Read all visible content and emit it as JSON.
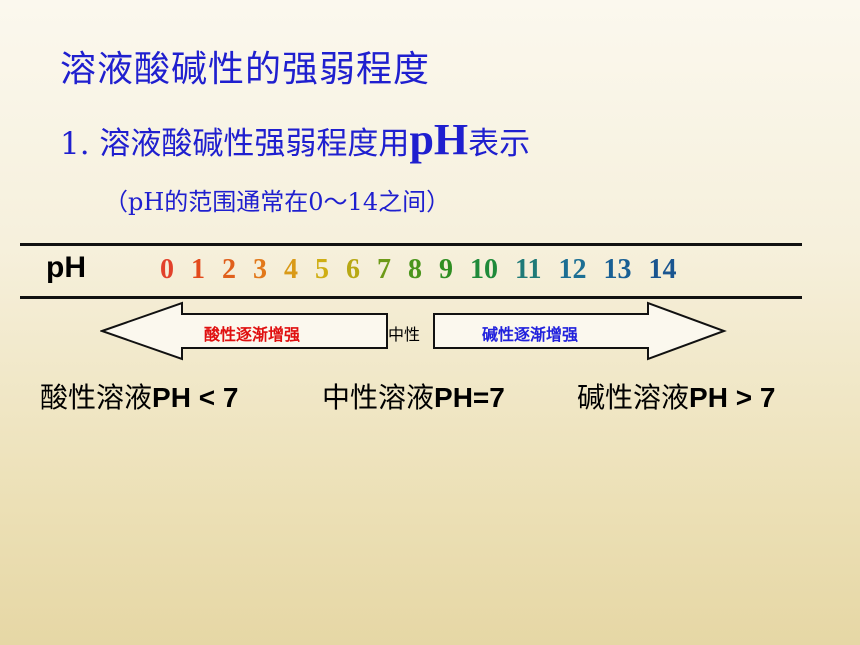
{
  "slide": {
    "title": "溶液酸碱性的强弱程度",
    "point": {
      "prefix": "1. 溶液酸碱性强弱程度用",
      "highlight": "pH",
      "suffix": "表示"
    },
    "range_note": "（pH的范围通常在0～14之间）"
  },
  "scale": {
    "label": "pH",
    "values": [
      "0",
      "1",
      "2",
      "3",
      "4",
      "5",
      "6",
      "7",
      "8",
      "9",
      "10",
      "11",
      "12",
      "13",
      "14"
    ],
    "colors": [
      "#e2412a",
      "#e34a1c",
      "#e0601c",
      "#e2781a",
      "#d99a18",
      "#cfae14",
      "#b8a814",
      "#6d9a18",
      "#4a951c",
      "#2f8e22",
      "#1f8a3a",
      "#1f7a78",
      "#1c6f94",
      "#185f94",
      "#1a5590"
    ]
  },
  "arrow": {
    "acid_label": "酸性逐渐增强",
    "neutral_label": "中性",
    "base_label": "碱性逐渐增强",
    "colors": {
      "acid": "#e01010",
      "base": "#2222dd",
      "outline": "#111111"
    }
  },
  "summary": {
    "acid_text": "酸性溶液",
    "acid_value": "PH < 7",
    "neutral_text": "中性溶液",
    "neutral_value": "PH=7",
    "base_text": "碱性溶液",
    "base_value": "PH > 7"
  },
  "theme": {
    "title_color": "#1f1fcf"
  }
}
